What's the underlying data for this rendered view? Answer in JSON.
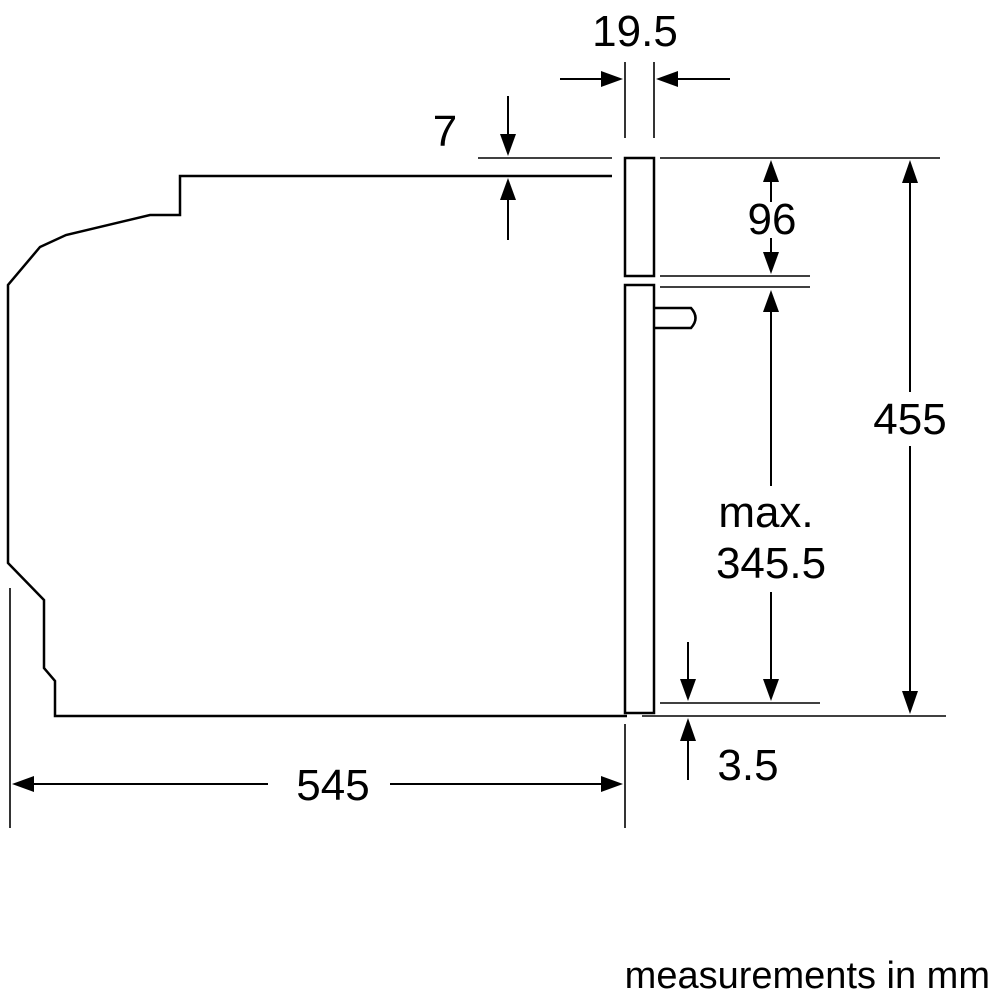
{
  "dimensions": {
    "depth": "545",
    "front_thickness": "19.5",
    "top_offset": "7",
    "control_panel_height": "96",
    "total_height": "455",
    "door_height_prefix": "max.",
    "door_height": "345.5",
    "bottom_offset": "3.5"
  },
  "footer": {
    "units_note": "measurements in mm"
  }
}
